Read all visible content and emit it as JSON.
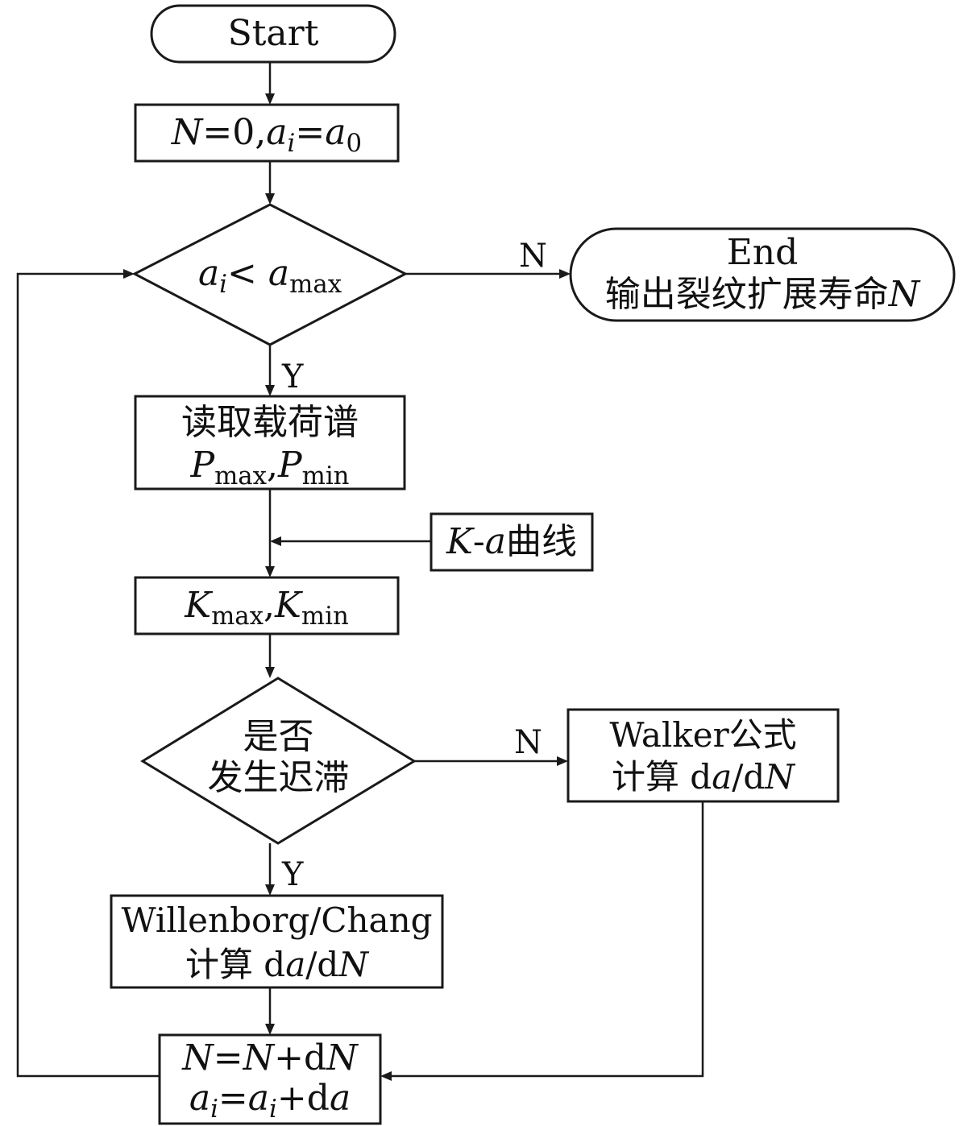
{
  "nodes": {
    "start": {
      "label": "Start"
    },
    "init": {
      "var_N": "N",
      "zero": "=0,",
      "var_a": "a",
      "sub_i": "i",
      "eq": "=",
      "var_a0": "a",
      "sub_0": "0"
    },
    "loop_cond": {
      "var_a": "a",
      "sub_i": "i",
      "lt": "< ",
      "var_amax": "a",
      "sub_max": "max"
    },
    "end": {
      "line1": "End",
      "line2_text": "输出裂纹扩展寿命",
      "line2_var": "N"
    },
    "read_spectrum": {
      "line1": "读取载荷谱",
      "p1": "P",
      "p1_sub": "max",
      "comma": ",",
      "p2": "P",
      "p2_sub": "min"
    },
    "ka_curve": {
      "var_K": "K",
      "dash": "-",
      "var_a": "a",
      "text": "曲线"
    },
    "k_values": {
      "k1": "K",
      "k1_sub": "max",
      "comma": ",",
      "k2": "K",
      "k2_sub": "min"
    },
    "retardation_cond": {
      "line1": "是否",
      "line2": "发生迟滞"
    },
    "walker": {
      "line1": "Walker公式",
      "calc": "计算 d",
      "var_a": "a",
      "slash": "/d",
      "var_N": "N"
    },
    "willenborg": {
      "line1": "Willenborg/Chang",
      "calc": "计算 d",
      "var_a": "a",
      "slash": "/d",
      "var_N": "N"
    },
    "update": {
      "n1": "N",
      "eq1": "=",
      "n2": "N",
      "plus_dN": "+d",
      "n3": "N",
      "a1": "a",
      "a1_sub": "i",
      "eq2": "=",
      "a2": "a",
      "a2_sub": "i",
      "plus_da": "+d",
      "a3": "a"
    }
  },
  "edge_labels": {
    "loop_no": "N",
    "loop_yes": "Y",
    "retard_no": "N",
    "retard_yes": "Y"
  }
}
